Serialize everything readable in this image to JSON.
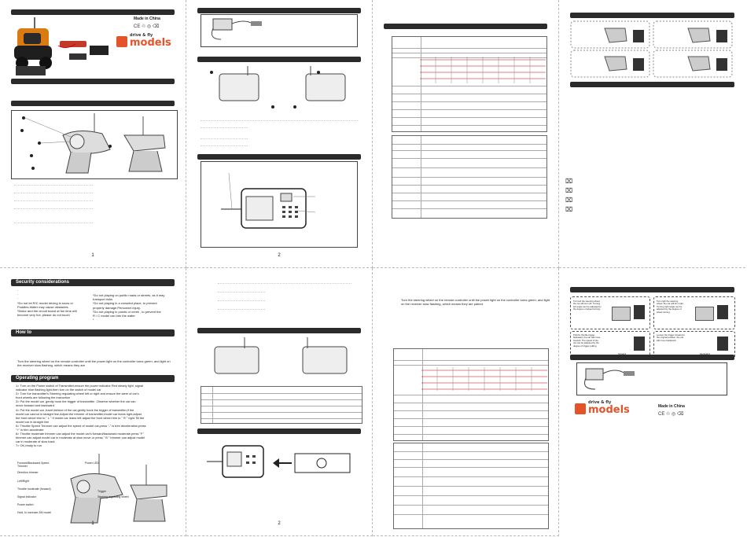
{
  "page1": {
    "made_in": "Made in China",
    "logo_small": "drive & fly",
    "logo_big": "models",
    "page_number": "1"
  },
  "page2": {
    "page_number": "2"
  },
  "page5": {
    "sec_title": "Security considerations",
    "sec_left": [
      "·",
      "·",
      "·",
      "*Do not let R/C model driving in snow or",
      " Puddles.Water may cause obstacles.",
      "*Motor and the circuit board at fun time will",
      " become very hot, please do not touch"
    ],
    "sec_right": [
      "*Do not playing on public roads or streets, as it may",
      " transport risks",
      "*Do not playing in a crowded place, to prevent",
      " property damage.Personnel injury.",
      "*Do not playing in ponds or creek , to prevent the",
      " R / C model  can into the water",
      "*"
    ],
    "howto_title": "How to",
    "howto_text": "Turn the steering wheel on the remote controller until the power light on the controller turns green, and light on the receiver slow flashing, which means they are",
    "op_title": "Operating program",
    "op_steps": [
      "1> Turn on the Power switch of Transmitter,ensure the power indicator Red steady light ,signal",
      "   indicator  blue flashing light,then turn on the switch of  model car",
      "2> Turn the transmitter's Steering regulating wheel  left or right and ensure the steer of car's",
      "   front wheels are following the instruction",
      "3> Put the model car                         ,gently hook the trigger of transmitter ,Observe  whether the car can",
      "   move forward  and backward",
      "4> Put the model car                         ,travel,behind of the car,gently hook the trigger of transmitter,if the",
      "   model car cannot in straight line,Adjust the trimmer  of transmitter,model car leans right,adjust",
      "   the front wheel trim to \" L \".If model car leans left adjust the front wheel trim to \" R \" right.Till the",
      "   model car in straight line",
      "5> Throttle Speed Trimmer  can adjust the speed of model car,press \"-\" is trim deceleration,press",
      "   \"+\" is trim accelerate",
      "6> Throttle moderate trimmer  can adjust the model car's forward/backward moderate,press \"F\"",
      "   trimmer can adjust model car in moderate at slow move or press \" B \" trimmer can adjust model",
      "   car in moderate of slow back",
      "7> OK,ready to run"
    ],
    "callouts": [
      "Forward/Backward Speed Trimmer",
      "Power LED",
      "Direction trimmer",
      "Left/Right",
      "Throttle moderate (forward)",
      "Signal indicator",
      "Power switch",
      "Trigger",
      "Steering regulating wheel",
      "Hold, to increase 2W model"
    ],
    "page_number": "1"
  },
  "page6": {
    "page_number": "2"
  },
  "page7": {
    "intro": "Turn the steering wheel on the remote controller until the power light on the controller turns green, and light on the receiver slow flashing, which means they are paired."
  },
  "page8": {
    "made_in": "Made in China",
    "logo_small": "drive & fly",
    "logo_big": "models",
    "panel_texts": [
      "Turn left the steering wheel, the car will turn left. Turning left angle can be adjusted by the degree of wheel turning.",
      "Turn right the steering wheel, the car will turn right. Turning right angle can be adjusted by the degree of wheel turning.",
      "Pull the throttle trigger backward, the car will move forward. The speed of the car can be adjusted by the degree of trigger pulling.",
      "Loosen the trigger forward to the original position, the car will move backward."
    ],
    "forward_word": "forward",
    "backward_word": "backward"
  }
}
